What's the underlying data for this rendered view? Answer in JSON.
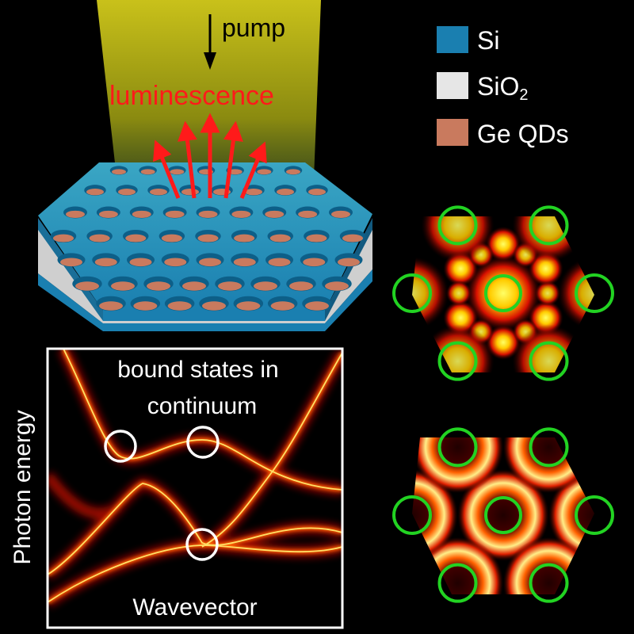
{
  "colors": {
    "background": "#000000",
    "si": "#1a7fb0",
    "sio2": "#e6e6e6",
    "ge_qds": "#c97a5e",
    "pump_beam": "#d6d21c",
    "luminescence": "#ff1a1a",
    "bic_ring": "#ffffff",
    "field_ring": "#22d322",
    "band_hot": "#ffd200",
    "band_mid": "#ff3a00"
  },
  "pump": {
    "label": "pump",
    "arrow_icon": "down-arrow-icon"
  },
  "luminescence": {
    "label": "luminescence",
    "arrow_count": 5
  },
  "legend": [
    {
      "key": "si",
      "label": "Si",
      "color": "#1a7fb0"
    },
    {
      "key": "sio2",
      "label_base": "SiO",
      "label_sub": "2",
      "color": "#e6e6e6"
    },
    {
      "key": "ge_qds",
      "label": "Ge QDs",
      "color": "#c97a5e"
    }
  ],
  "band_plot": {
    "title_line1": "bound states in",
    "title_line2": "continuum",
    "xlabel": "Wavevector",
    "ylabel": "Photon energy",
    "bic_markers": 3
  },
  "field_maps": [
    {
      "name": "upper",
      "description_visible": false
    },
    {
      "name": "lower",
      "description_visible": false
    }
  ]
}
